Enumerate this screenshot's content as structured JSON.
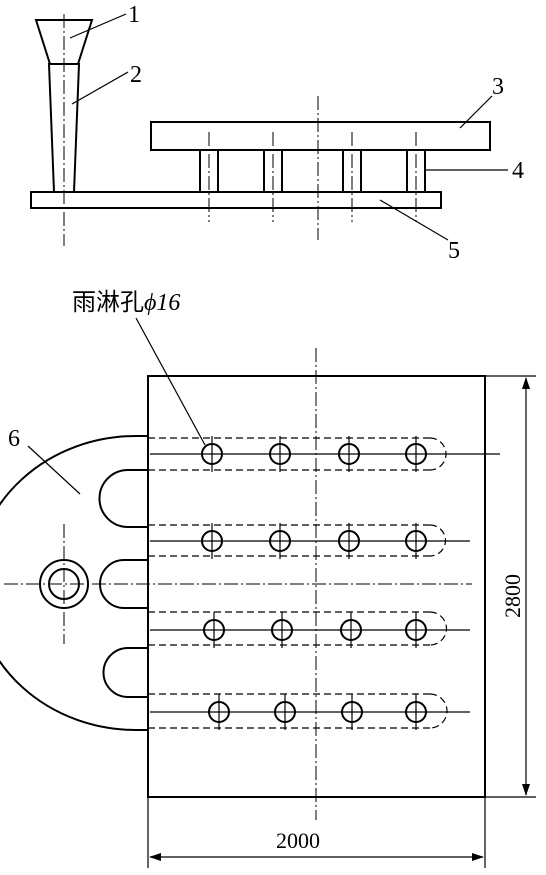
{
  "labels": {
    "part1": "1",
    "part2": "2",
    "part3": "3",
    "part4": "4",
    "part5": "5",
    "part6": "6"
  },
  "annotation": {
    "hole_note": "雨淋孔",
    "hole_size": "ϕ16"
  },
  "dimensions": {
    "width": "2000",
    "height": "2800"
  }
}
